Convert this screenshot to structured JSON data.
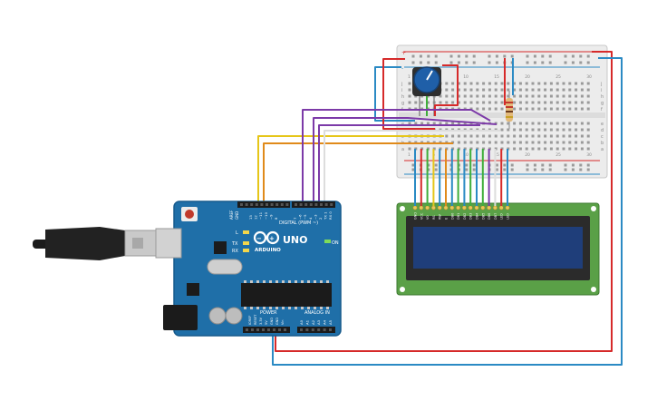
{
  "board": {
    "brand": "ARDUINO",
    "model": "UNO",
    "digital_label": "DIGITAL (PWM ~)",
    "power_label": "POWER",
    "analog_label": "ANALOG IN",
    "aref_label": "AREF",
    "gnd_label": "GND",
    "tx_label": "TX",
    "rx_label": "RX",
    "l_label": "L",
    "on_label": "ON",
    "power_pins": [
      "IOREF",
      "RESET",
      "3.3V",
      "5V",
      "GND",
      "GND",
      "Vin"
    ],
    "analog_pins": [
      "A0",
      "A1",
      "A2",
      "A3",
      "A4",
      "A5"
    ],
    "digital_pins": [
      "13",
      "12",
      "~11",
      "~10",
      "~9",
      "8",
      "7",
      "~6",
      "~5",
      "4",
      "~3",
      "2",
      "TX 1",
      "RX 0"
    ]
  },
  "breadboard": {
    "row_letters_top": [
      "j",
      "i",
      "h",
      "g",
      "f"
    ],
    "row_letters_bottom": [
      "e",
      "d",
      "c",
      "b",
      "a"
    ],
    "column_numbers": [
      "1",
      "5",
      "10",
      "15",
      "20",
      "25",
      "30"
    ],
    "plus": "+",
    "minus": "-"
  },
  "lcd": {
    "pin_labels": [
      "GND",
      "VCC",
      "V0",
      "RS",
      "RW",
      "E",
      "DB0",
      "DB1",
      "DB2",
      "DB3",
      "DB4",
      "DB5",
      "DB6",
      "DB7",
      "LED",
      "LED"
    ]
  },
  "colors": {
    "board": "#1f6fa8",
    "board_dark": "#175a8c",
    "breadboard": "#ececec",
    "lcd_pcb": "#5aa047",
    "lcd_screen": "#1f3e7a",
    "wire_red": "#d62a2a",
    "wire_blue": "#2b8ac4",
    "wire_purple": "#7c3aa8",
    "wire_orange": "#e08a1a",
    "wire_yellow": "#e6c619",
    "wire_green": "#3fae3a",
    "wire_white": "#dddddd"
  }
}
